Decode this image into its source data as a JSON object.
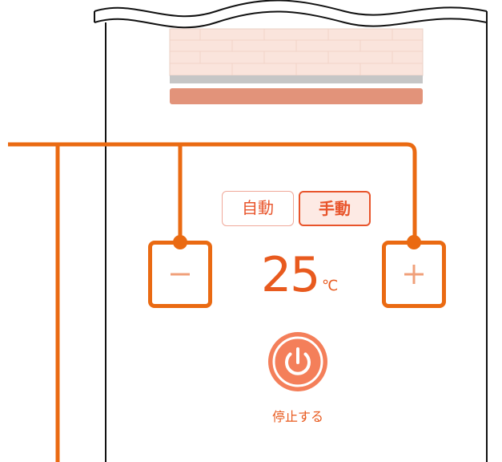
{
  "colors": {
    "accent": "#e8542b",
    "callout_line": "#ea6a12",
    "brick_panel": "#fae4dc",
    "terracotta": "#e2937a",
    "power_button": "#f47f5a"
  },
  "mode_toggle": {
    "auto_label": "自動",
    "manual_label": "手動",
    "selected": "手動"
  },
  "temperature": {
    "value": "25",
    "unit": "℃",
    "decrease_icon": "minus-icon",
    "increase_icon": "plus-icon"
  },
  "power": {
    "icon": "power-icon",
    "label": "停止する"
  }
}
